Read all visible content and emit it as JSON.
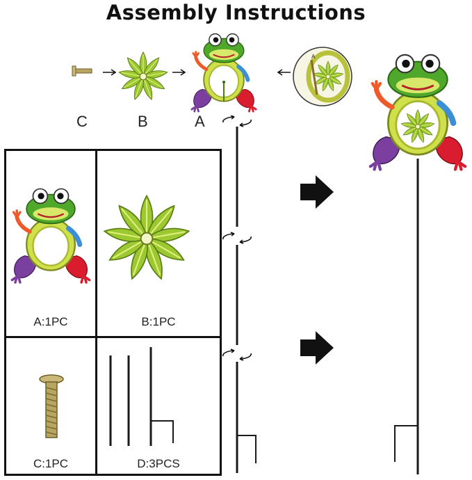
{
  "title": "Assembly Instructions",
  "steps": [
    {
      "letter": "C",
      "part": "screw"
    },
    {
      "letter": "B",
      "part": "pinwheel"
    },
    {
      "letter": "A",
      "part": "frog"
    }
  ],
  "parts": [
    {
      "label": "A:1PC",
      "icon": "frog-icon"
    },
    {
      "label": "B:1PC",
      "icon": "pinwheel-icon"
    },
    {
      "label": "C:1PC",
      "icon": "screw-icon"
    },
    {
      "label": "D:3PCS",
      "icon": "stake-rods-icon"
    }
  ],
  "colors": {
    "frog_green": "#4fa82a",
    "body_yellow": "#cfe04a",
    "leg_purple": "#7b3fa0",
    "leg_red": "#d91d2e",
    "arm_orange": "#ef5a2a",
    "arm_blue": "#3a8fd6",
    "stake": "#1a1a1a",
    "arrow": "#111111"
  }
}
